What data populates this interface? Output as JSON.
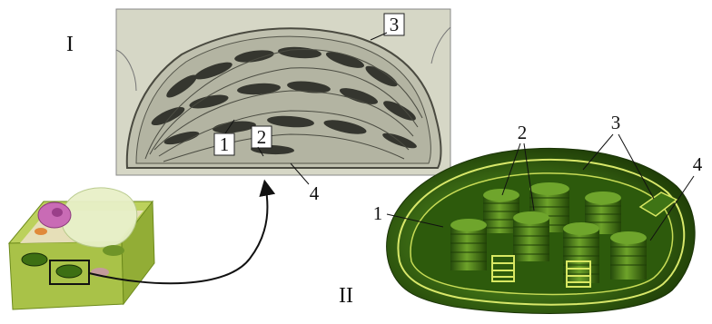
{
  "panels": {
    "top": {
      "roman": "I",
      "labels": [
        "1",
        "2",
        "3",
        "4"
      ]
    },
    "bottom": {
      "roman": "II",
      "labels": [
        "1",
        "2",
        "3",
        "4"
      ]
    }
  },
  "colors": {
    "micrograph_bg": "#d7d8c8",
    "stroma": "#b9baa9",
    "grana_dark": "#3a3b34",
    "chloroplast_green": "#3c6b16",
    "cell_green": "#a7c34a"
  },
  "icons": [
    "arrow-curved",
    "plant-cell",
    "chloroplast-3d",
    "electron-micrograph"
  ]
}
